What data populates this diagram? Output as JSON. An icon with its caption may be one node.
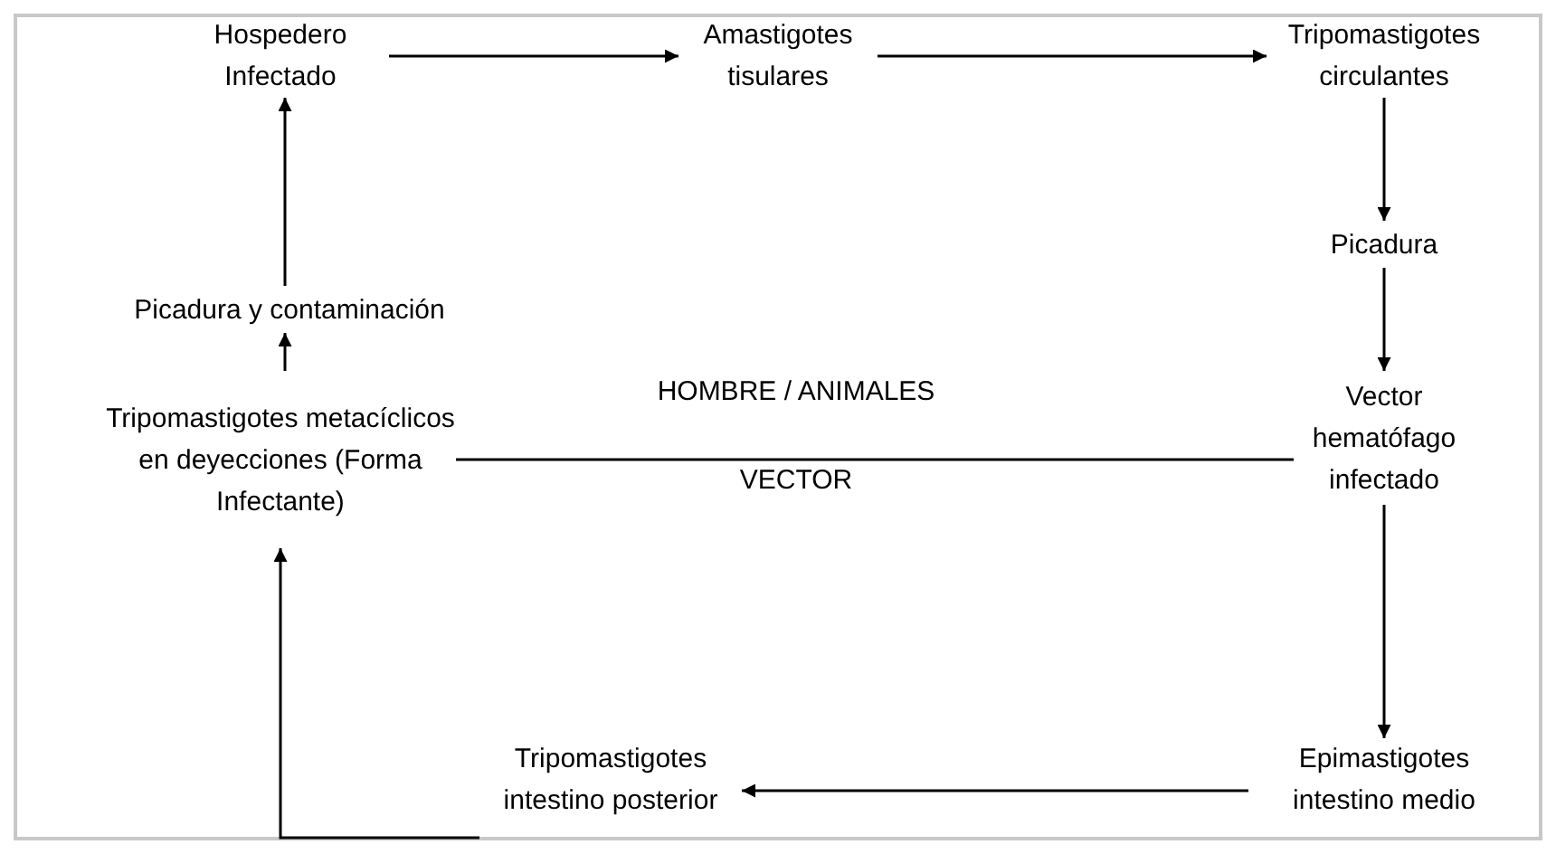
{
  "diagram": {
    "nodes": [
      {
        "text": [
          "Hospedero Infectado"
        ]
      },
      {
        "text": [
          "Amastigotes tisulares"
        ]
      },
      {
        "text": [
          "Tripomastigotes circulantes"
        ]
      },
      {
        "text": [
          "Picadura"
        ]
      },
      {
        "text": [
          "Vector hematófago infectado"
        ]
      },
      {
        "text": [
          "Epimastigotes intestino medio"
        ]
      },
      {
        "text": [
          "Tripomastigotes intestino posterior"
        ]
      },
      {
        "text": [
          "Tripomastigotes metacíclicos en deyecciones (Forma Infectante)"
        ]
      },
      {
        "text": [
          "Picadura y contaminación"
        ]
      }
    ],
    "edges": [
      {
        "from": 0,
        "to": 1,
        "arrow": "to"
      },
      {
        "from": 1,
        "to": 2,
        "arrow": "to"
      },
      {
        "from": 2,
        "to": 3,
        "arrow": "to"
      },
      {
        "from": 3,
        "to": 4,
        "arrow": "to"
      },
      {
        "from": 4,
        "to": 5,
        "arrow": "to"
      },
      {
        "from": 5,
        "to": 6,
        "arrow": "to"
      },
      {
        "from": 6,
        "to": 7,
        "arrow": "to"
      },
      {
        "from": 7,
        "to": 8,
        "arrow": "to"
      },
      {
        "from": 8,
        "to": 0,
        "arrow": "to"
      },
      {
        "from": 7,
        "to": 4,
        "arrow": "none"
      }
    ],
    "labels": [
      "HOMBRE / ANIMALES",
      "VECTOR"
    ]
  }
}
